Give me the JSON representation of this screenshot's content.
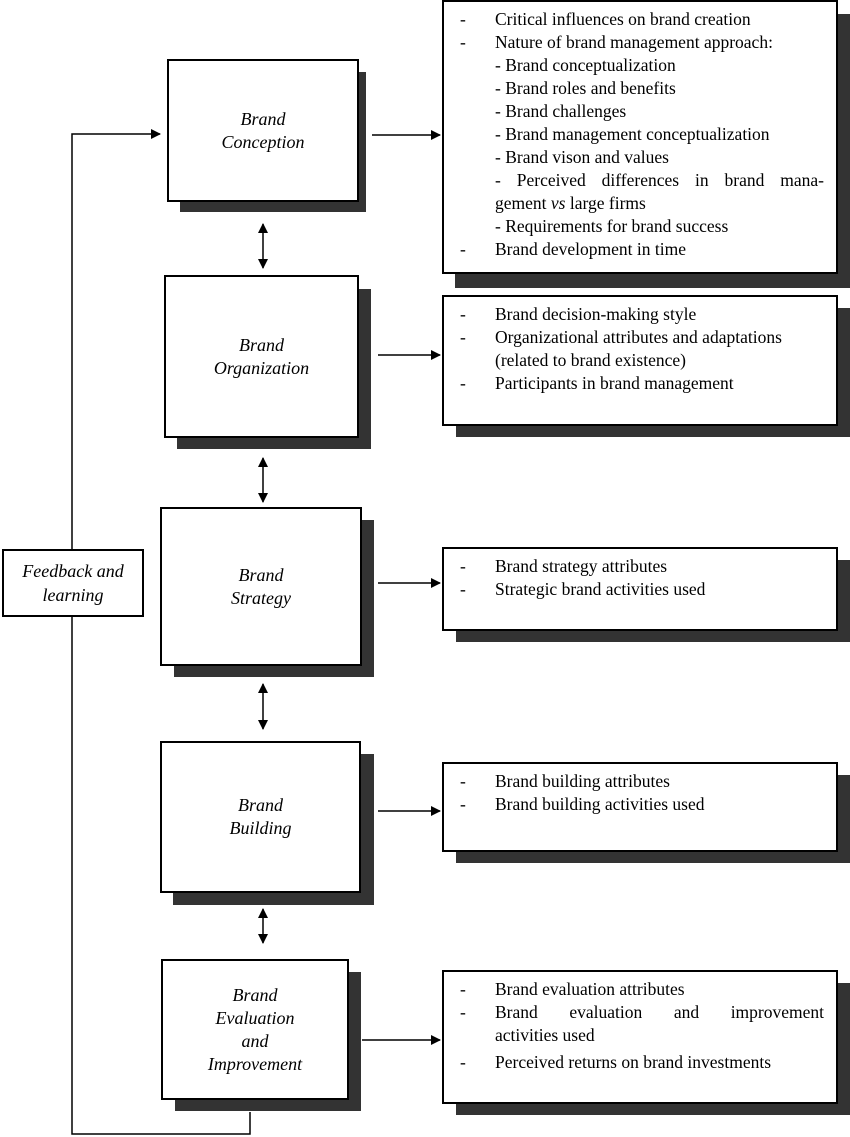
{
  "feedback": {
    "line1": "Feedback and",
    "line2": "learning"
  },
  "stages": [
    {
      "id": "conception",
      "lines": [
        "Brand",
        "Conception"
      ]
    },
    {
      "id": "organization",
      "lines": [
        "Brand",
        "Organization"
      ]
    },
    {
      "id": "strategy",
      "lines": [
        "Brand",
        "Strategy"
      ]
    },
    {
      "id": "building",
      "lines": [
        "Brand",
        "Building"
      ]
    },
    {
      "id": "evaluation",
      "lines": [
        "Brand",
        "Evaluation",
        "and",
        "Improvement"
      ]
    }
  ],
  "details": {
    "conception": {
      "items": [
        {
          "dash": "-",
          "text": "Critical influences on brand creation"
        },
        {
          "dash": "-",
          "text": "Nature of brand management approach:"
        },
        {
          "dash": "",
          "text": "- Brand conceptualization"
        },
        {
          "dash": "",
          "text": "- Brand roles and benefits"
        },
        {
          "dash": "",
          "text": "- Brand challenges"
        },
        {
          "dash": "",
          "text": "- Brand management conceptualization"
        },
        {
          "dash": "",
          "text": "- Brand vison and values"
        },
        {
          "dash": "",
          "text": "- Perceived differences in brand mana-"
        },
        {
          "dash": "",
          "text": "gement",
          "italic": "vs",
          "rest": "large firms"
        },
        {
          "dash": "",
          "text": "- Requirements for brand success"
        },
        {
          "dash": "-",
          "text": "Brand development in time"
        }
      ]
    },
    "organization": {
      "items": [
        {
          "dash": "-",
          "text": "Brand decision-making style"
        },
        {
          "dash": "-",
          "text": "Organizational attributes and adaptations"
        },
        {
          "dash": "",
          "text": "(related to brand existence)"
        },
        {
          "dash": "-",
          "text": "Participants in brand management"
        }
      ]
    },
    "strategy": {
      "items": [
        {
          "dash": "-",
          "text": "Brand strategy attributes"
        },
        {
          "dash": "-",
          "text": "Strategic brand activities used"
        }
      ]
    },
    "building": {
      "items": [
        {
          "dash": "-",
          "text": "Brand building attributes"
        },
        {
          "dash": "-",
          "text": "Brand building activities used"
        }
      ]
    },
    "evaluation": {
      "items": [
        {
          "dash": "-",
          "text": "Brand evaluation attributes"
        },
        {
          "dash": "-",
          "text": "Brand evaluation and improvement"
        },
        {
          "dash": "",
          "text": "activities used"
        },
        {
          "dash": "-",
          "text": "Perceived returns on brand investments"
        }
      ]
    }
  }
}
